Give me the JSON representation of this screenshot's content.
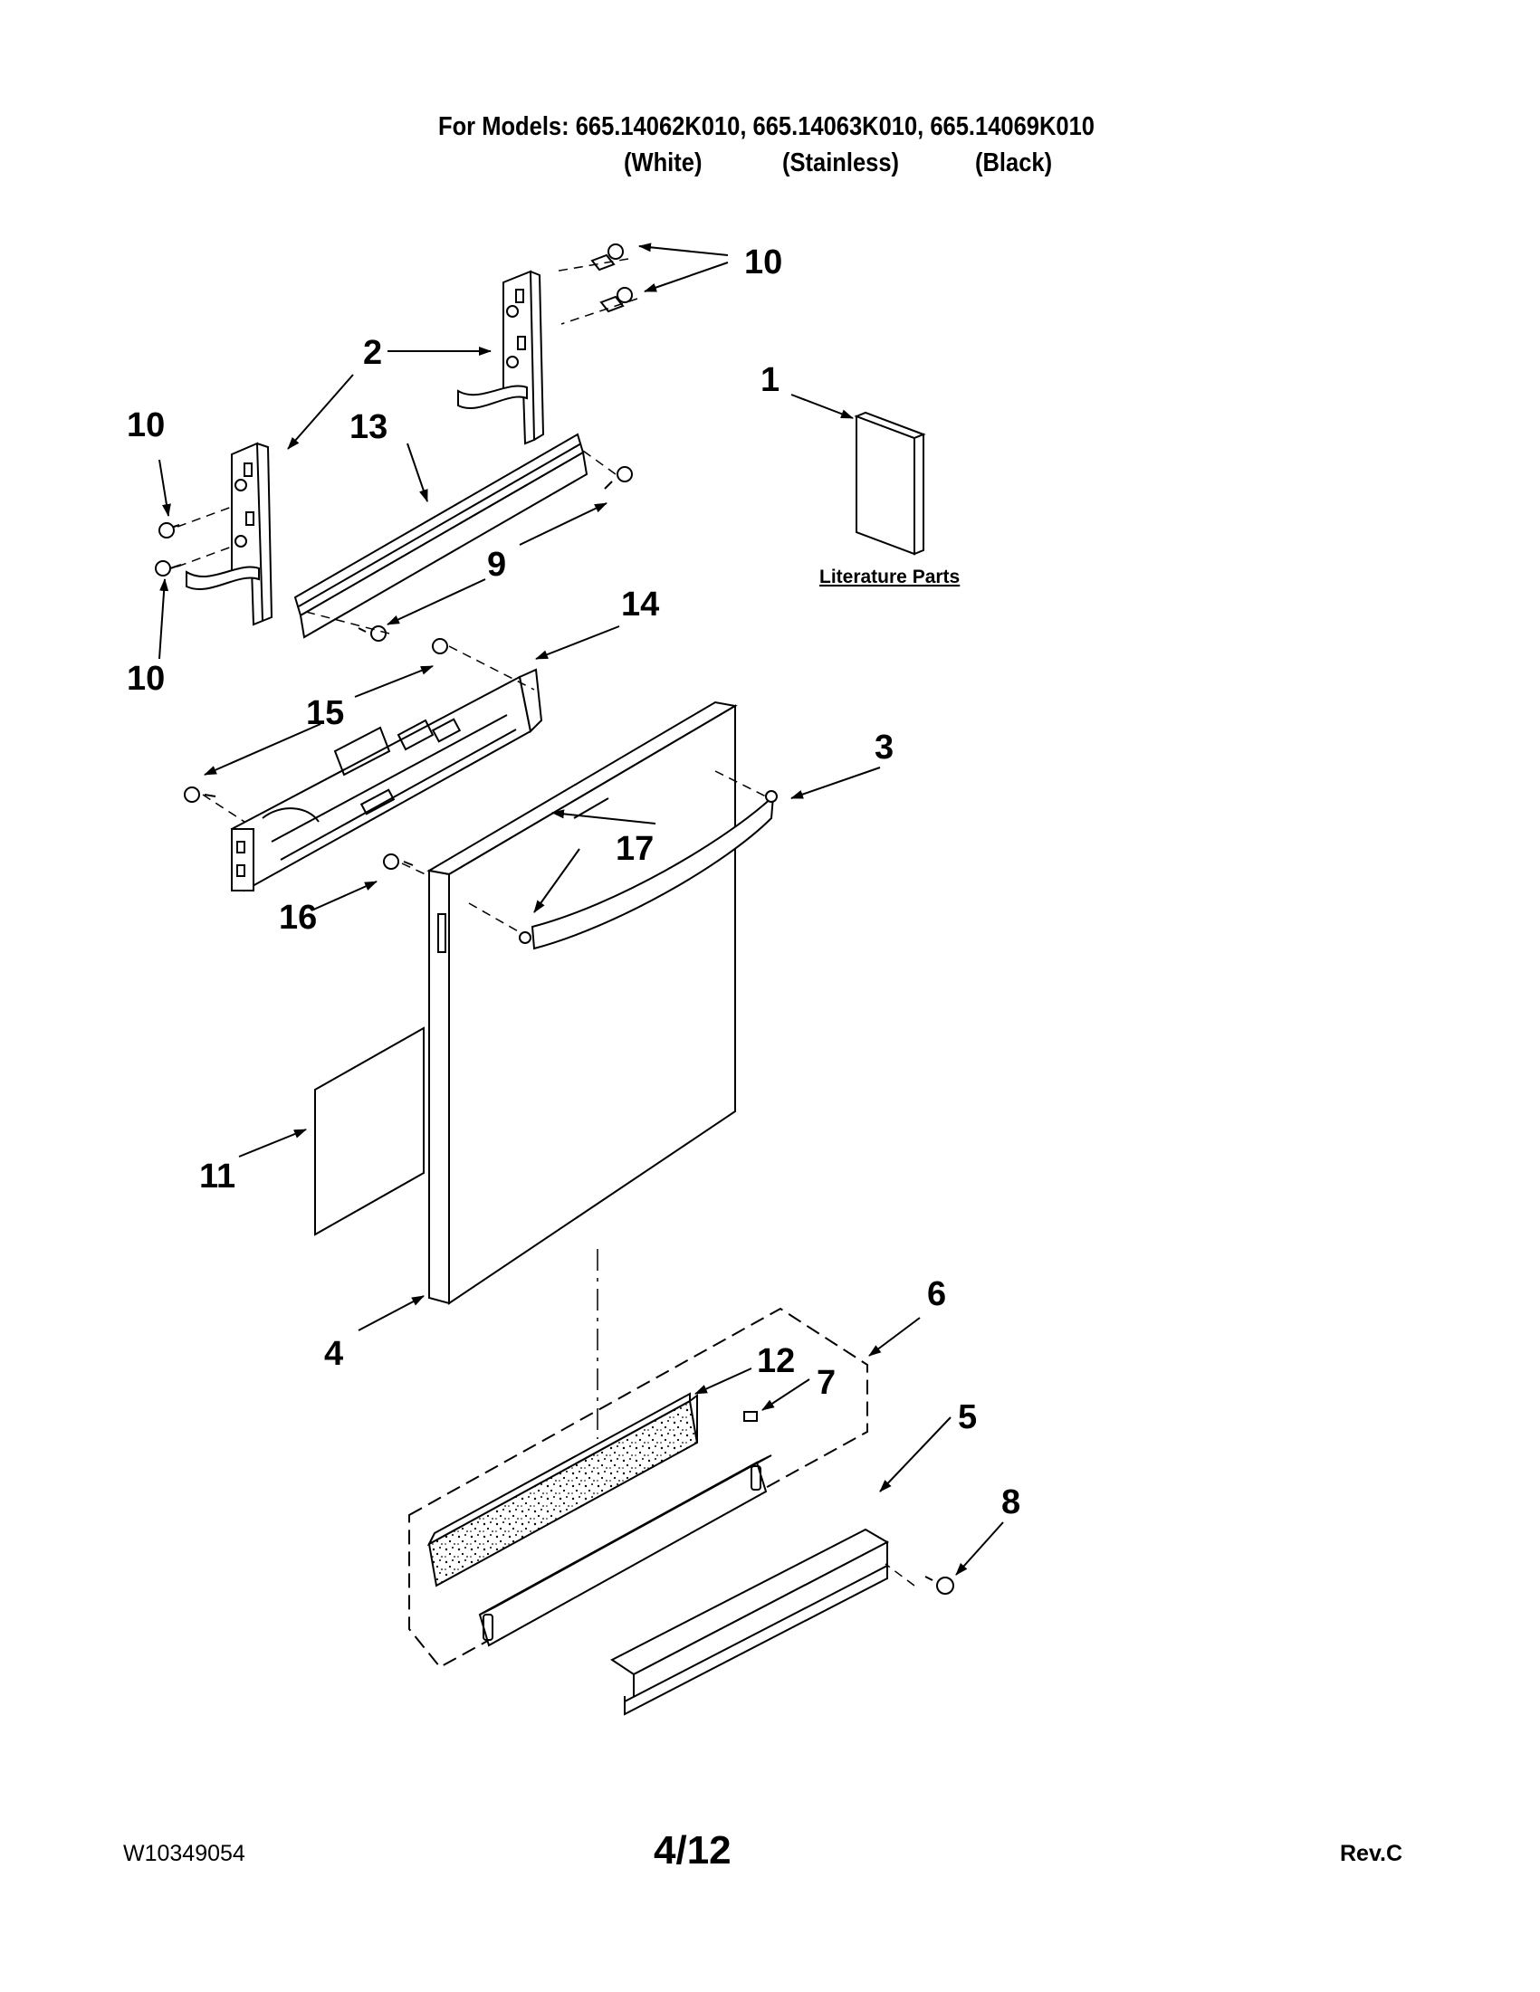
{
  "header": {
    "models_line": "For Models: 665.14062K010, 665.14063K010, 665.14069K010",
    "variants": [
      "(White)",
      "(Stainless)",
      "(Black)"
    ]
  },
  "literature_label": "Literature Parts",
  "callouts": {
    "c1": "1",
    "c2": "2",
    "c3": "3",
    "c4": "4",
    "c5": "5",
    "c6": "6",
    "c7": "7",
    "c8": "8",
    "c9": "9",
    "c10a": "10",
    "c10b": "10",
    "c10c": "10",
    "c11": "11",
    "c12": "12",
    "c13": "13",
    "c14": "14",
    "c15": "15",
    "c16": "16",
    "c17": "17"
  },
  "footer": {
    "doc_number": "W10349054",
    "page": "4/12",
    "revision": "Rev.C"
  }
}
